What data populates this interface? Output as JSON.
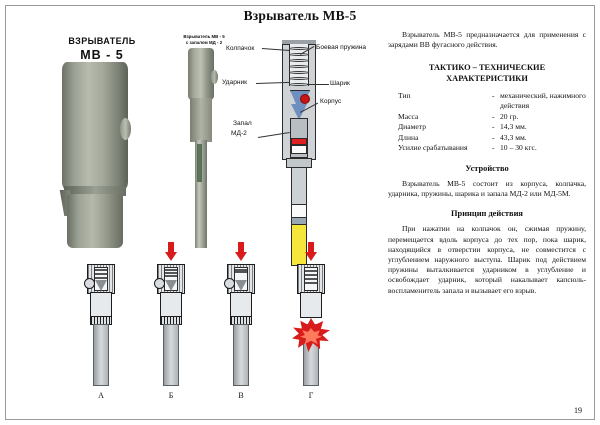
{
  "page": {
    "title": "Взрыватель МВ-5",
    "number": "19"
  },
  "figures": {
    "photo_left": {
      "label_line1": "ВЗРЫВАТЕЛЬ",
      "label_line2": "МВ - 5"
    },
    "photo_right": {
      "caption_line1": "Взрыватель МВ - 5",
      "caption_line2": "с запалом МД - 2"
    },
    "cutaway": {
      "callouts": [
        "Колпачок",
        "Боевая пружина",
        "Ударник",
        "Шарик",
        "Корпус",
        "Запал",
        "МД-2"
      ]
    },
    "sequence": {
      "letters": [
        "А",
        "Б",
        "В",
        "Г"
      ]
    }
  },
  "text": {
    "intro": "Взрыватель МВ-5 предназначается для применения с зарядами ВВ фугасного действия.",
    "specs_heading_line1": "ТАКТИКО – ТЕХНИЧЕСКИЕ",
    "specs_heading_line2": "ХАРАКТЕРИСТИКИ",
    "specs": [
      {
        "key": "Тип",
        "dash": "-",
        "value": "механический, нажимного действия"
      },
      {
        "key": "Масса",
        "dash": "-",
        "value": "20 гр."
      },
      {
        "key": "Диаметр",
        "dash": "-",
        "value": "14,3 мм."
      },
      {
        "key": "Длина",
        "dash": "-",
        "value": "43,3 мм."
      },
      {
        "key": "Усилие срабатывания",
        "dash": "-",
        "value": "10 – 30 кгс."
      }
    ],
    "device_heading": "Устройство",
    "device_body": "Взрыватель МВ-5 состоит из корпуса, колпачка, ударника, пружины, шарика и запала МД-2 или МД-5М.",
    "principle_heading": "Принцип действия",
    "principle_body": "При нажатии на колпачок он, сжимая пружину, перемещается вдоль корпуса до тех пор, пока шарик, находящийся в отверстии корпуса, не совместится с углублением наружного выступа. Шарик под действием пружины выталкивается ударником в углубление и освобождает ударник, который накалывает капсюль-воспламенитель запала и вызывает его взрыв."
  },
  "colors": {
    "striker": "#6f8fbf",
    "ball": "#c81414",
    "charge": "#f5e63c",
    "accent_red": "#d81c1c"
  }
}
